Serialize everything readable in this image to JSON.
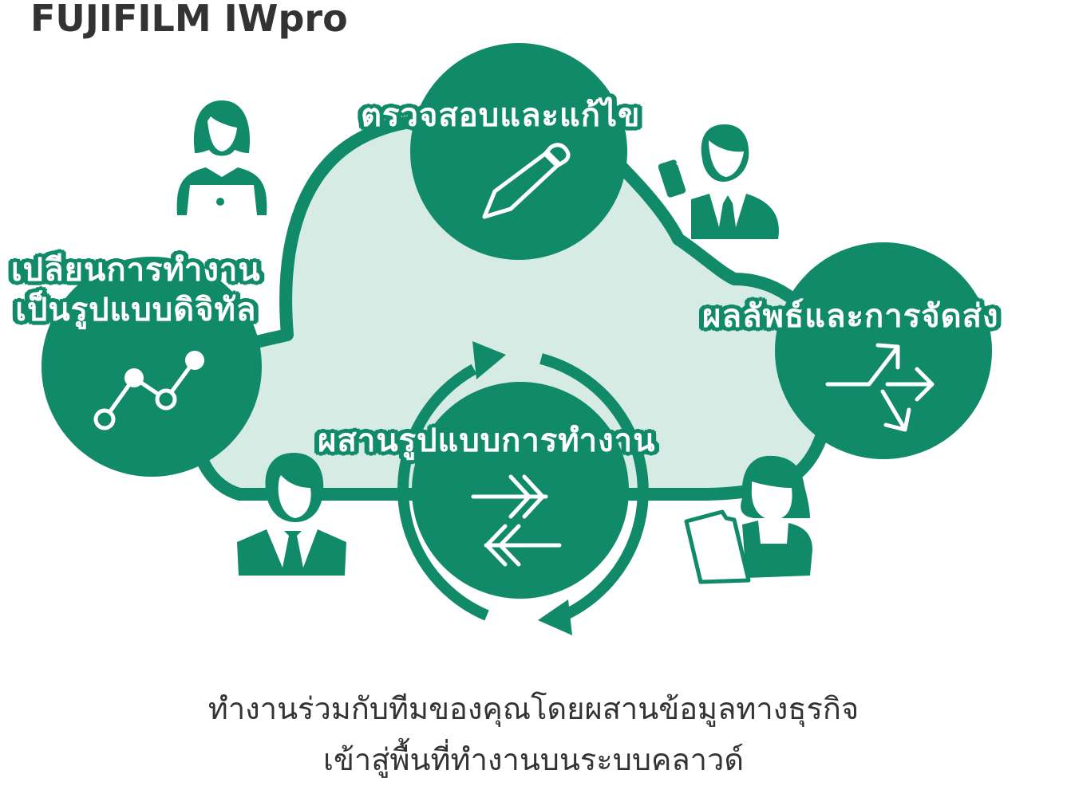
{
  "header": {
    "title": "FUJIFILM IWpro"
  },
  "colors": {
    "primary_green": "#108a68",
    "cloud_fill": "#d6ebe4",
    "text_dark": "#333333",
    "white": "#ffffff"
  },
  "diagram": {
    "nodes": [
      {
        "id": "review",
        "label": "ตรวจสอบและแก้ไข",
        "icon": "pencil-icon"
      },
      {
        "id": "digital",
        "label_lines": [
          "เปลียนการทำงาน",
          "เป็นรูปแบบดิจิทัล"
        ],
        "icon": "line-chart-icon"
      },
      {
        "id": "results",
        "label": "ผลลัพธ์และการจัดส่ง",
        "icon": "split-arrows-icon"
      },
      {
        "id": "integrate",
        "label": "ผสานรูปแบบการทำงาน",
        "icon": "exchange-arrows-icon"
      }
    ],
    "people": [
      {
        "id": "woman-laptop",
        "icon": "woman-with-laptop-icon"
      },
      {
        "id": "man-phone",
        "icon": "man-with-phone-icon"
      },
      {
        "id": "man-suit",
        "icon": "man-in-suit-icon"
      },
      {
        "id": "woman-document",
        "icon": "woman-with-document-icon"
      }
    ],
    "cycle_icon": "circular-arrows-icon",
    "background_icon": "cloud-icon"
  },
  "caption": {
    "line1": "ทำงานร่วมกับทีมของคุณโดยผสานข้อมูลทางธุรกิจ",
    "line2": "เข้าสู่พื้นที่ทำงานบนระบบคลาวด์"
  }
}
